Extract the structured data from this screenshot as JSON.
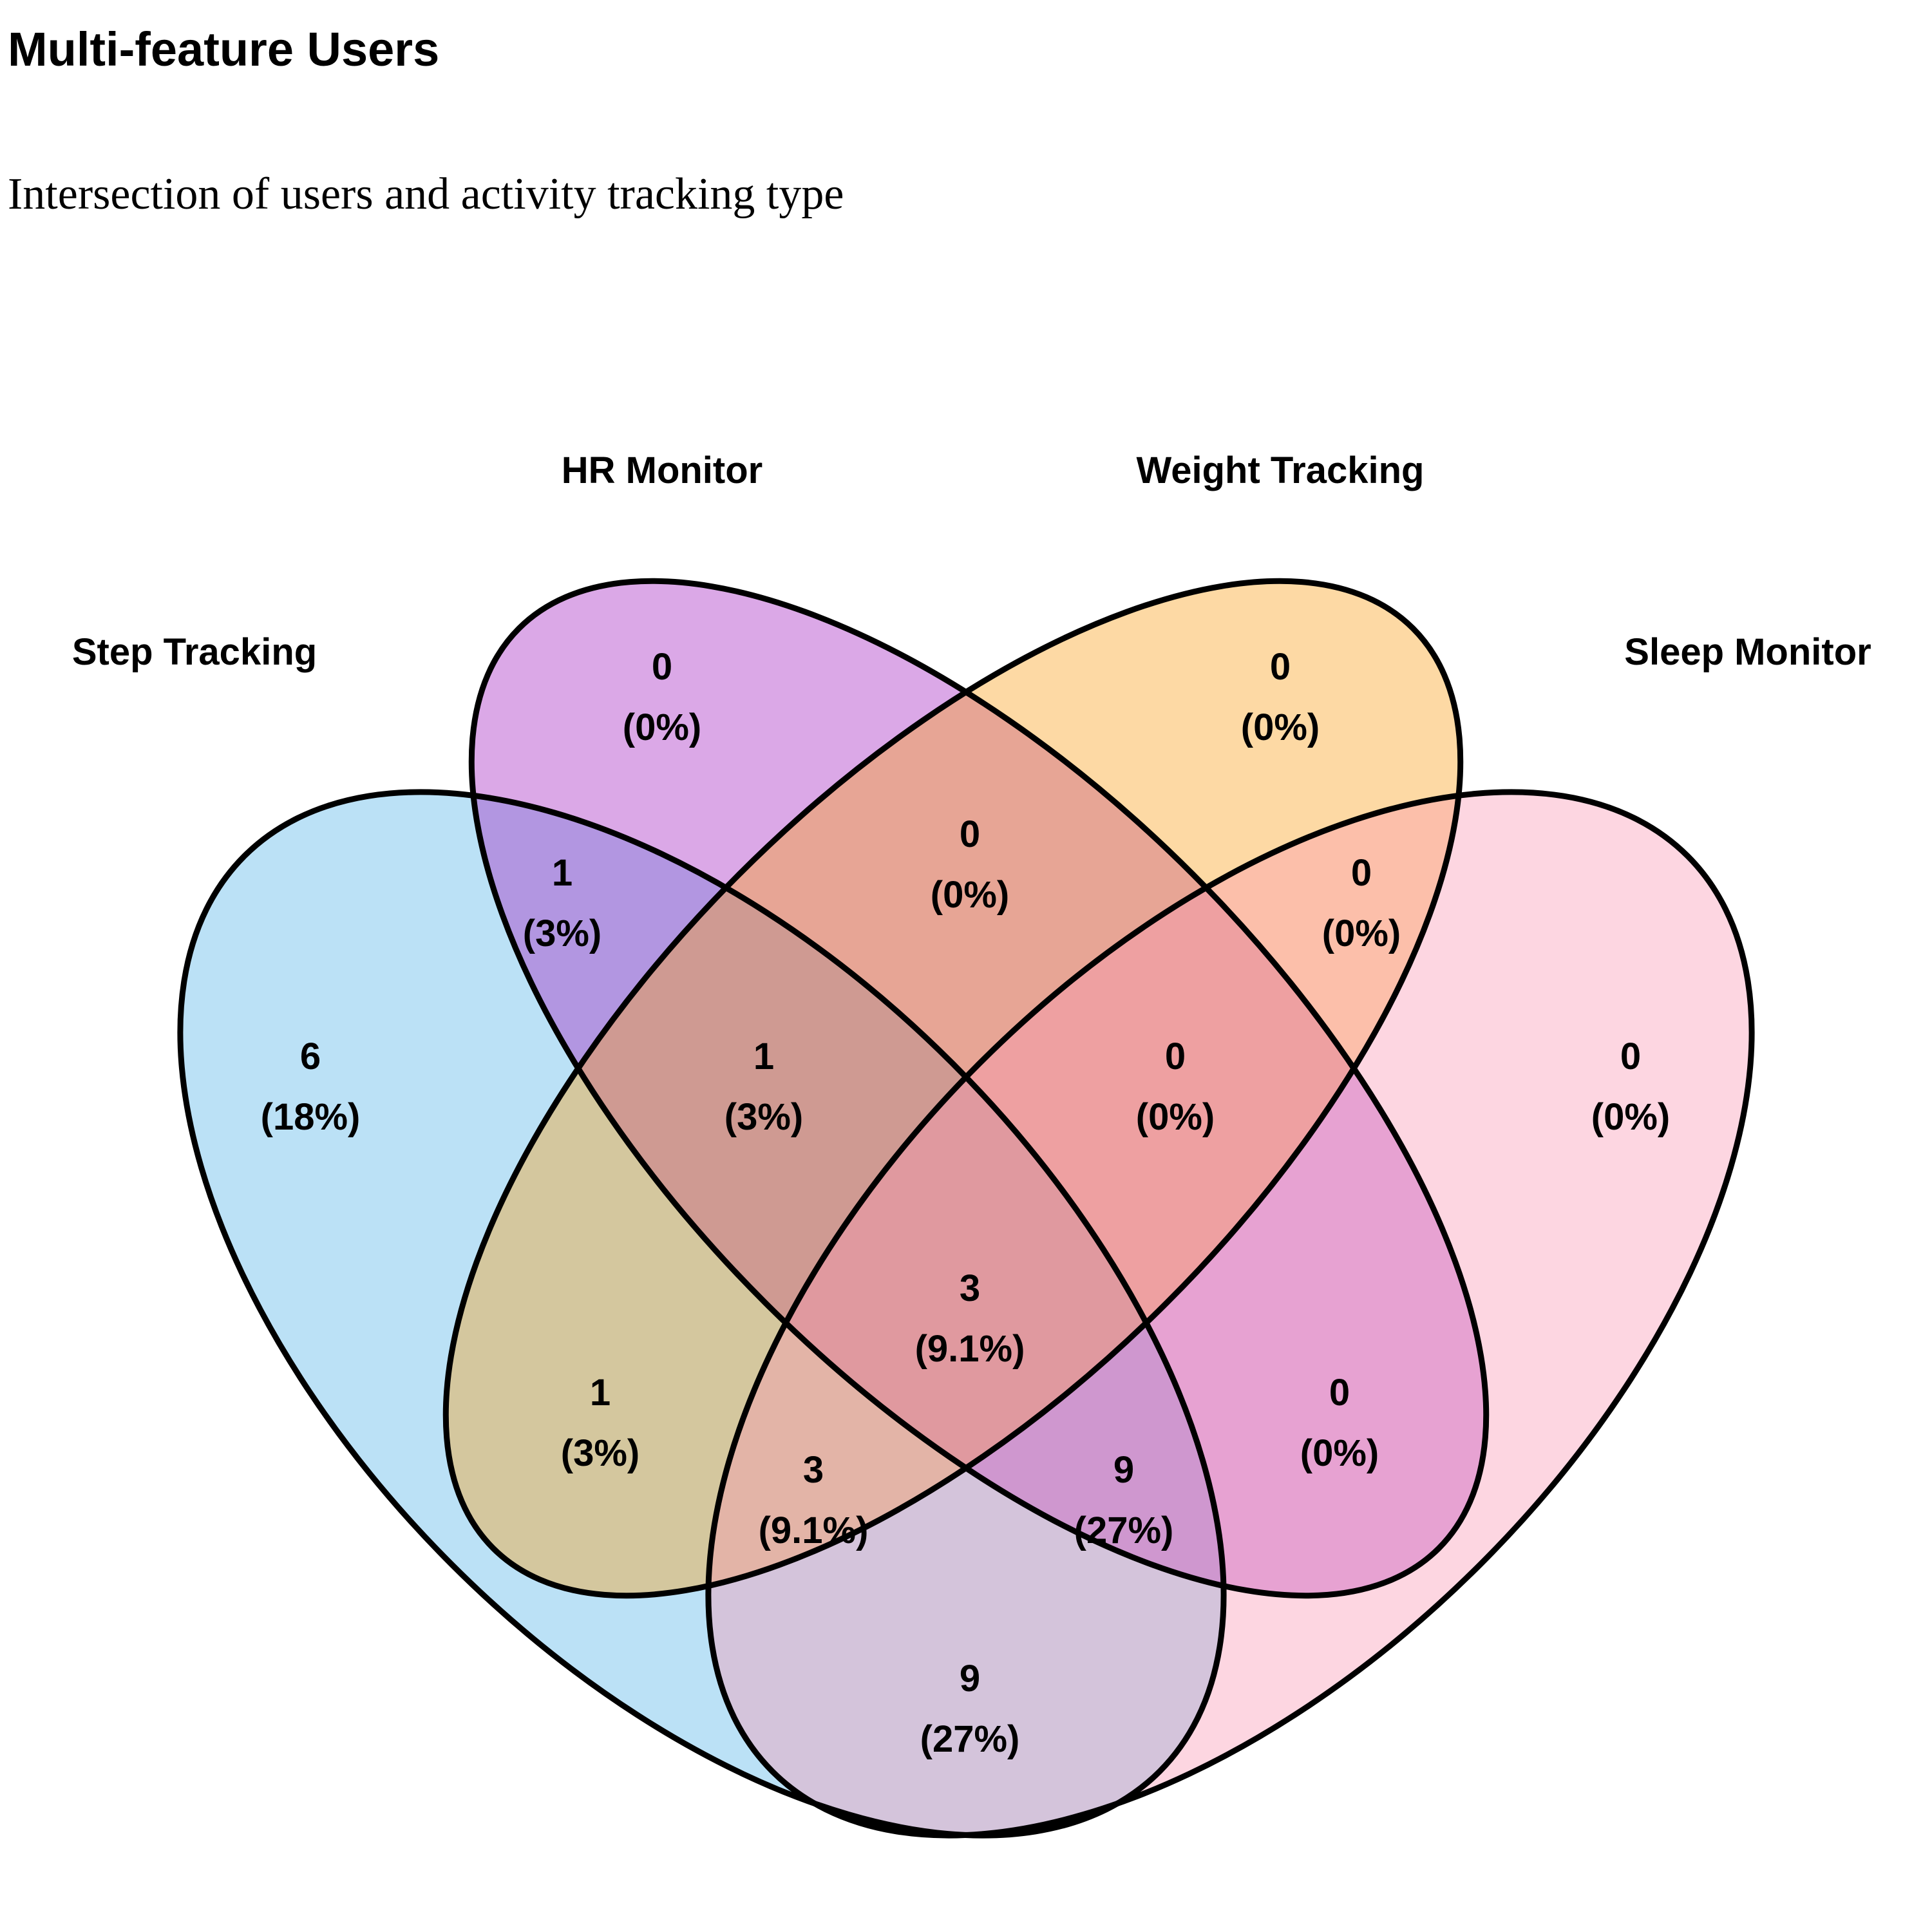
{
  "page": {
    "title": "Multi-feature Users",
    "subtitle": "Intersection of users and activity tracking type"
  },
  "chart_data": {
    "type": "venn",
    "title": "Multi-feature Users",
    "subtitle": "Intersection of users and activity tracking type",
    "total": 33,
    "sets": [
      {
        "id": "step",
        "name": "Step Tracking",
        "color": "#56B4E9"
      },
      {
        "id": "hr",
        "name": "HR Monitor",
        "color": "#A626C4"
      },
      {
        "id": "weight",
        "name": "Weight Tracking",
        "color": "#F9A11B"
      },
      {
        "id": "sleep",
        "name": "Sleep Monitor",
        "color": "#FB98B4"
      }
    ],
    "regions": [
      {
        "sets": [
          "step"
        ],
        "count": "6",
        "percent": "(18%)"
      },
      {
        "sets": [
          "hr"
        ],
        "count": "0",
        "percent": "(0%)"
      },
      {
        "sets": [
          "weight"
        ],
        "count": "0",
        "percent": "(0%)"
      },
      {
        "sets": [
          "sleep"
        ],
        "count": "0",
        "percent": "(0%)"
      },
      {
        "sets": [
          "step",
          "hr"
        ],
        "count": "1",
        "percent": "(3%)"
      },
      {
        "sets": [
          "hr",
          "weight"
        ],
        "count": "0",
        "percent": "(0%)"
      },
      {
        "sets": [
          "weight",
          "sleep"
        ],
        "count": "0",
        "percent": "(0%)"
      },
      {
        "sets": [
          "step",
          "hr",
          "weight"
        ],
        "count": "1",
        "percent": "(3%)"
      },
      {
        "sets": [
          "hr",
          "weight",
          "sleep"
        ],
        "count": "0",
        "percent": "(0%)"
      },
      {
        "sets": [
          "step",
          "weight"
        ],
        "count": "1",
        "percent": "(3%)"
      },
      {
        "sets": [
          "step",
          "hr",
          "weight",
          "sleep"
        ],
        "count": "3",
        "percent": "(9.1%)"
      },
      {
        "sets": [
          "hr",
          "sleep"
        ],
        "count": "0",
        "percent": "(0%)"
      },
      {
        "sets": [
          "step",
          "weight",
          "sleep"
        ],
        "count": "3",
        "percent": "(9.1%)"
      },
      {
        "sets": [
          "step",
          "hr",
          "sleep"
        ],
        "count": "9",
        "percent": "(27%)"
      },
      {
        "sets": [
          "step",
          "sleep"
        ],
        "count": "9",
        "percent": "(27%)"
      }
    ]
  }
}
